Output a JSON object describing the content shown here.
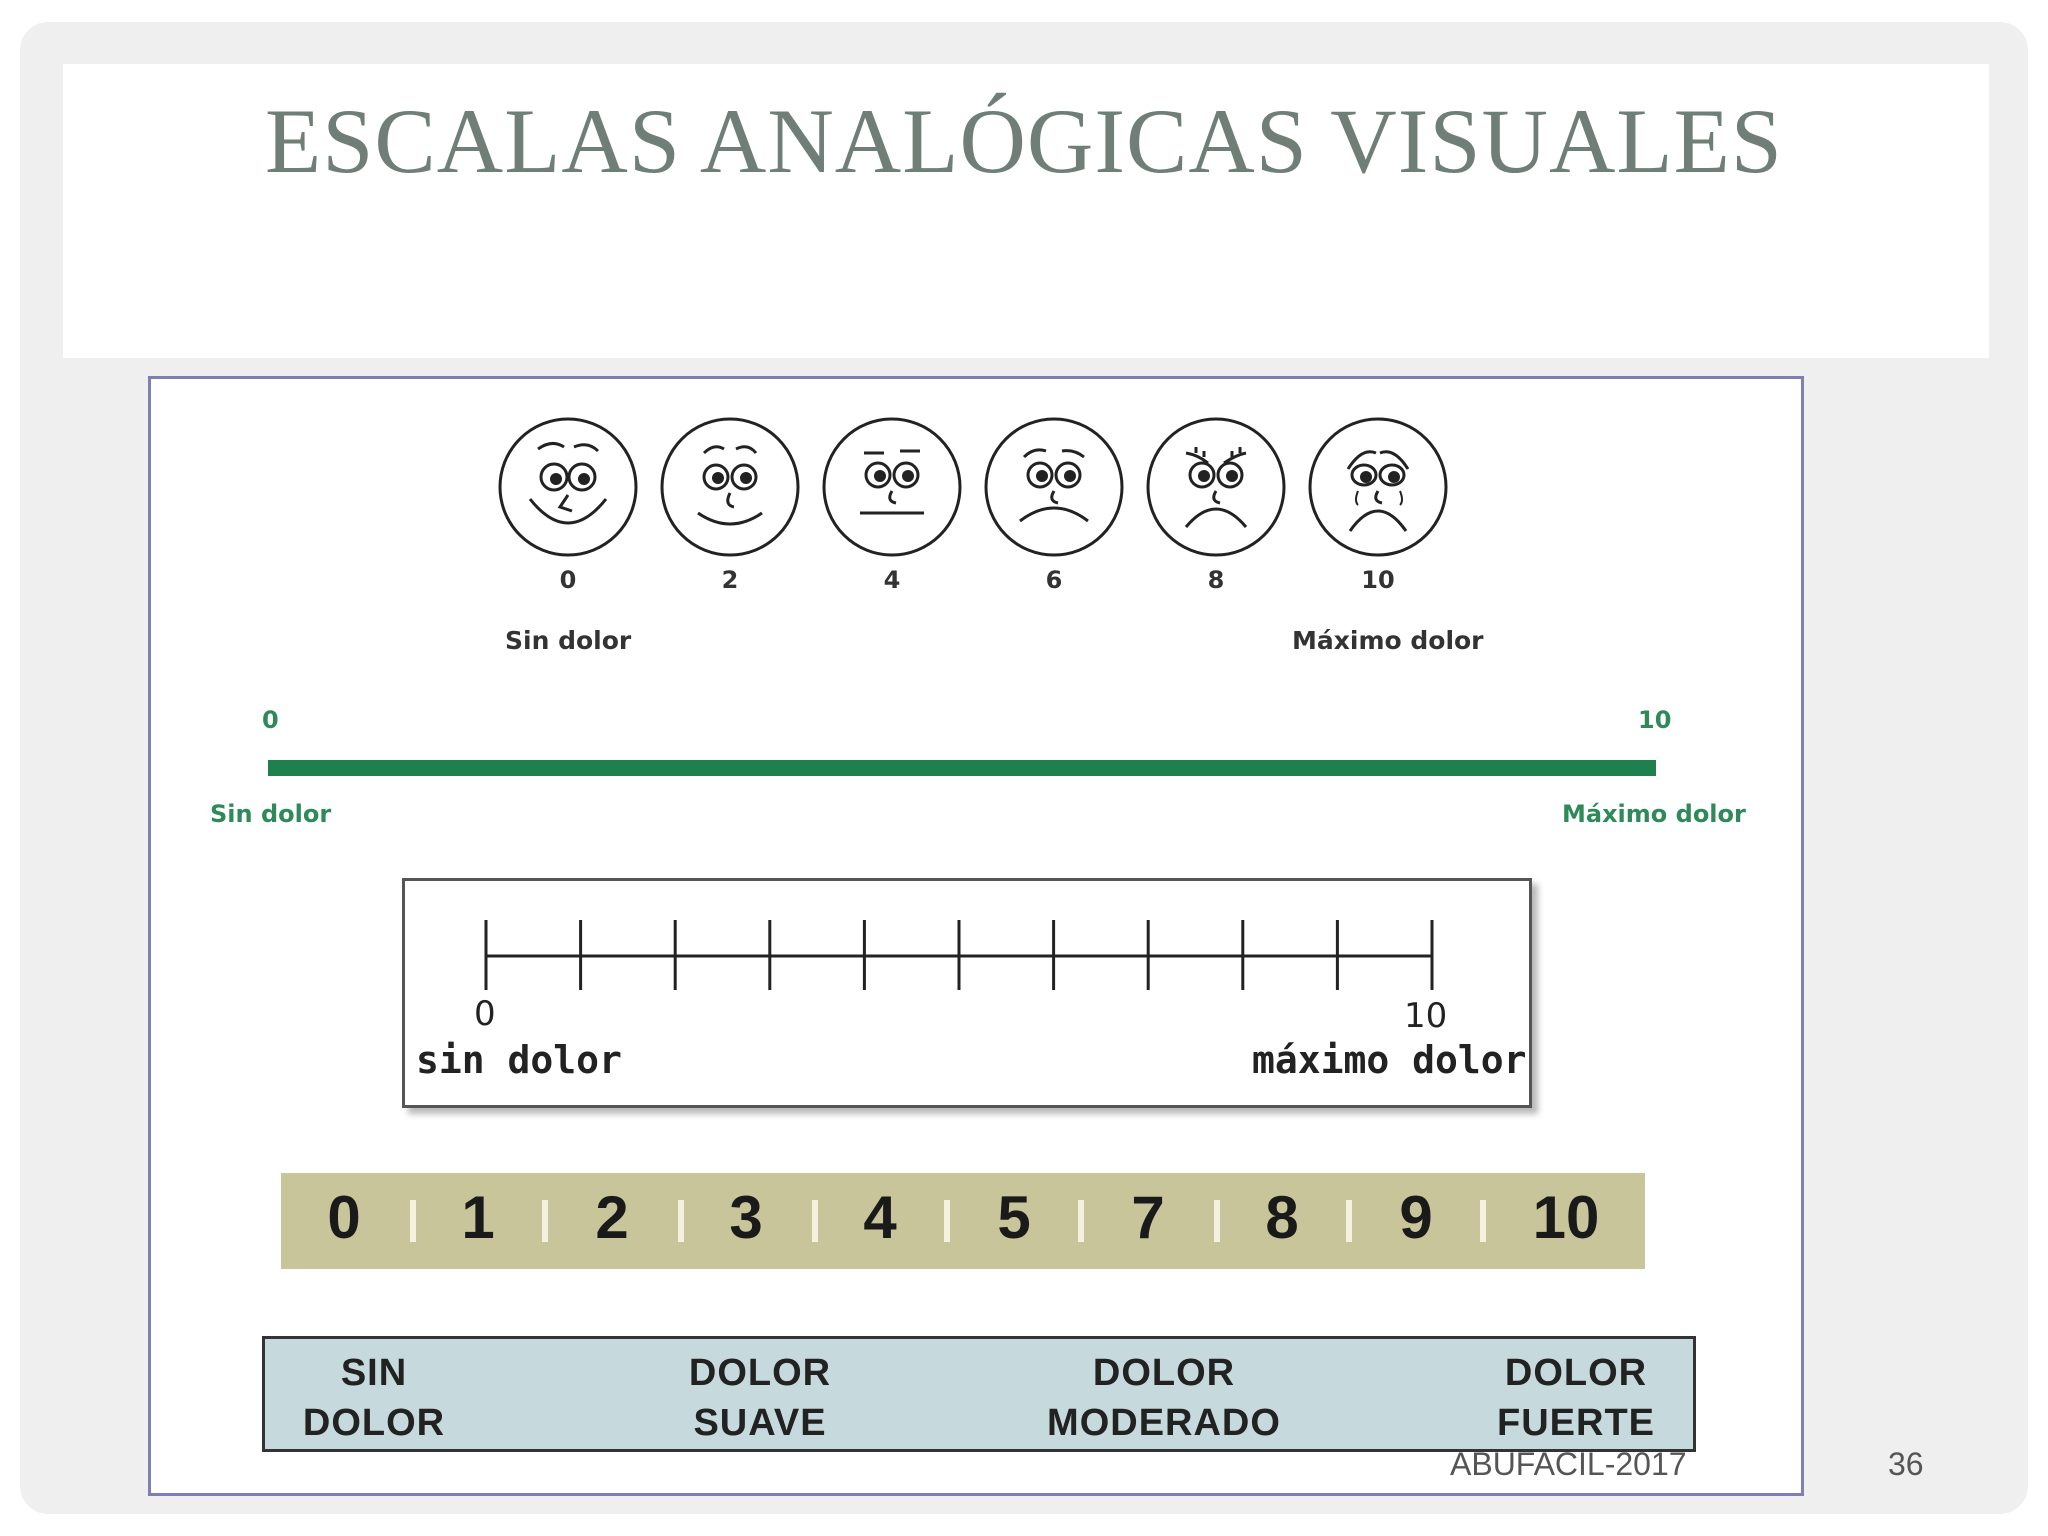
{
  "title": "ESCALAS ANALÓGICAS VISUALES",
  "faces_scale": {
    "labels": [
      "0",
      "2",
      "4",
      "6",
      "8",
      "10"
    ],
    "min_label": "Sin dolor",
    "max_label": "Máximo dolor"
  },
  "line_scale": {
    "min_value": "0",
    "max_value": "10",
    "min_label": "Sin dolor",
    "max_label": "Máximo dolor",
    "color": "#1e7f4f"
  },
  "tick_scale": {
    "min_value": "0",
    "max_value": "10",
    "min_label": "sin dolor",
    "max_label": "máximo dolor"
  },
  "numeric_scale": {
    "numbers": [
      "0",
      "1",
      "2",
      "3",
      "4",
      "5",
      "7",
      "8",
      "9",
      "10"
    ]
  },
  "categories": [
    {
      "line1": "SIN",
      "line2": "DOLOR"
    },
    {
      "line1": "DOLOR",
      "line2": "SUAVE"
    },
    {
      "line1": "DOLOR",
      "line2": "MODERADO"
    },
    {
      "line1": "DOLOR",
      "line2": "FUERTE"
    }
  ],
  "footer": {
    "source": "ABUFACIL-2017",
    "page": "36"
  }
}
